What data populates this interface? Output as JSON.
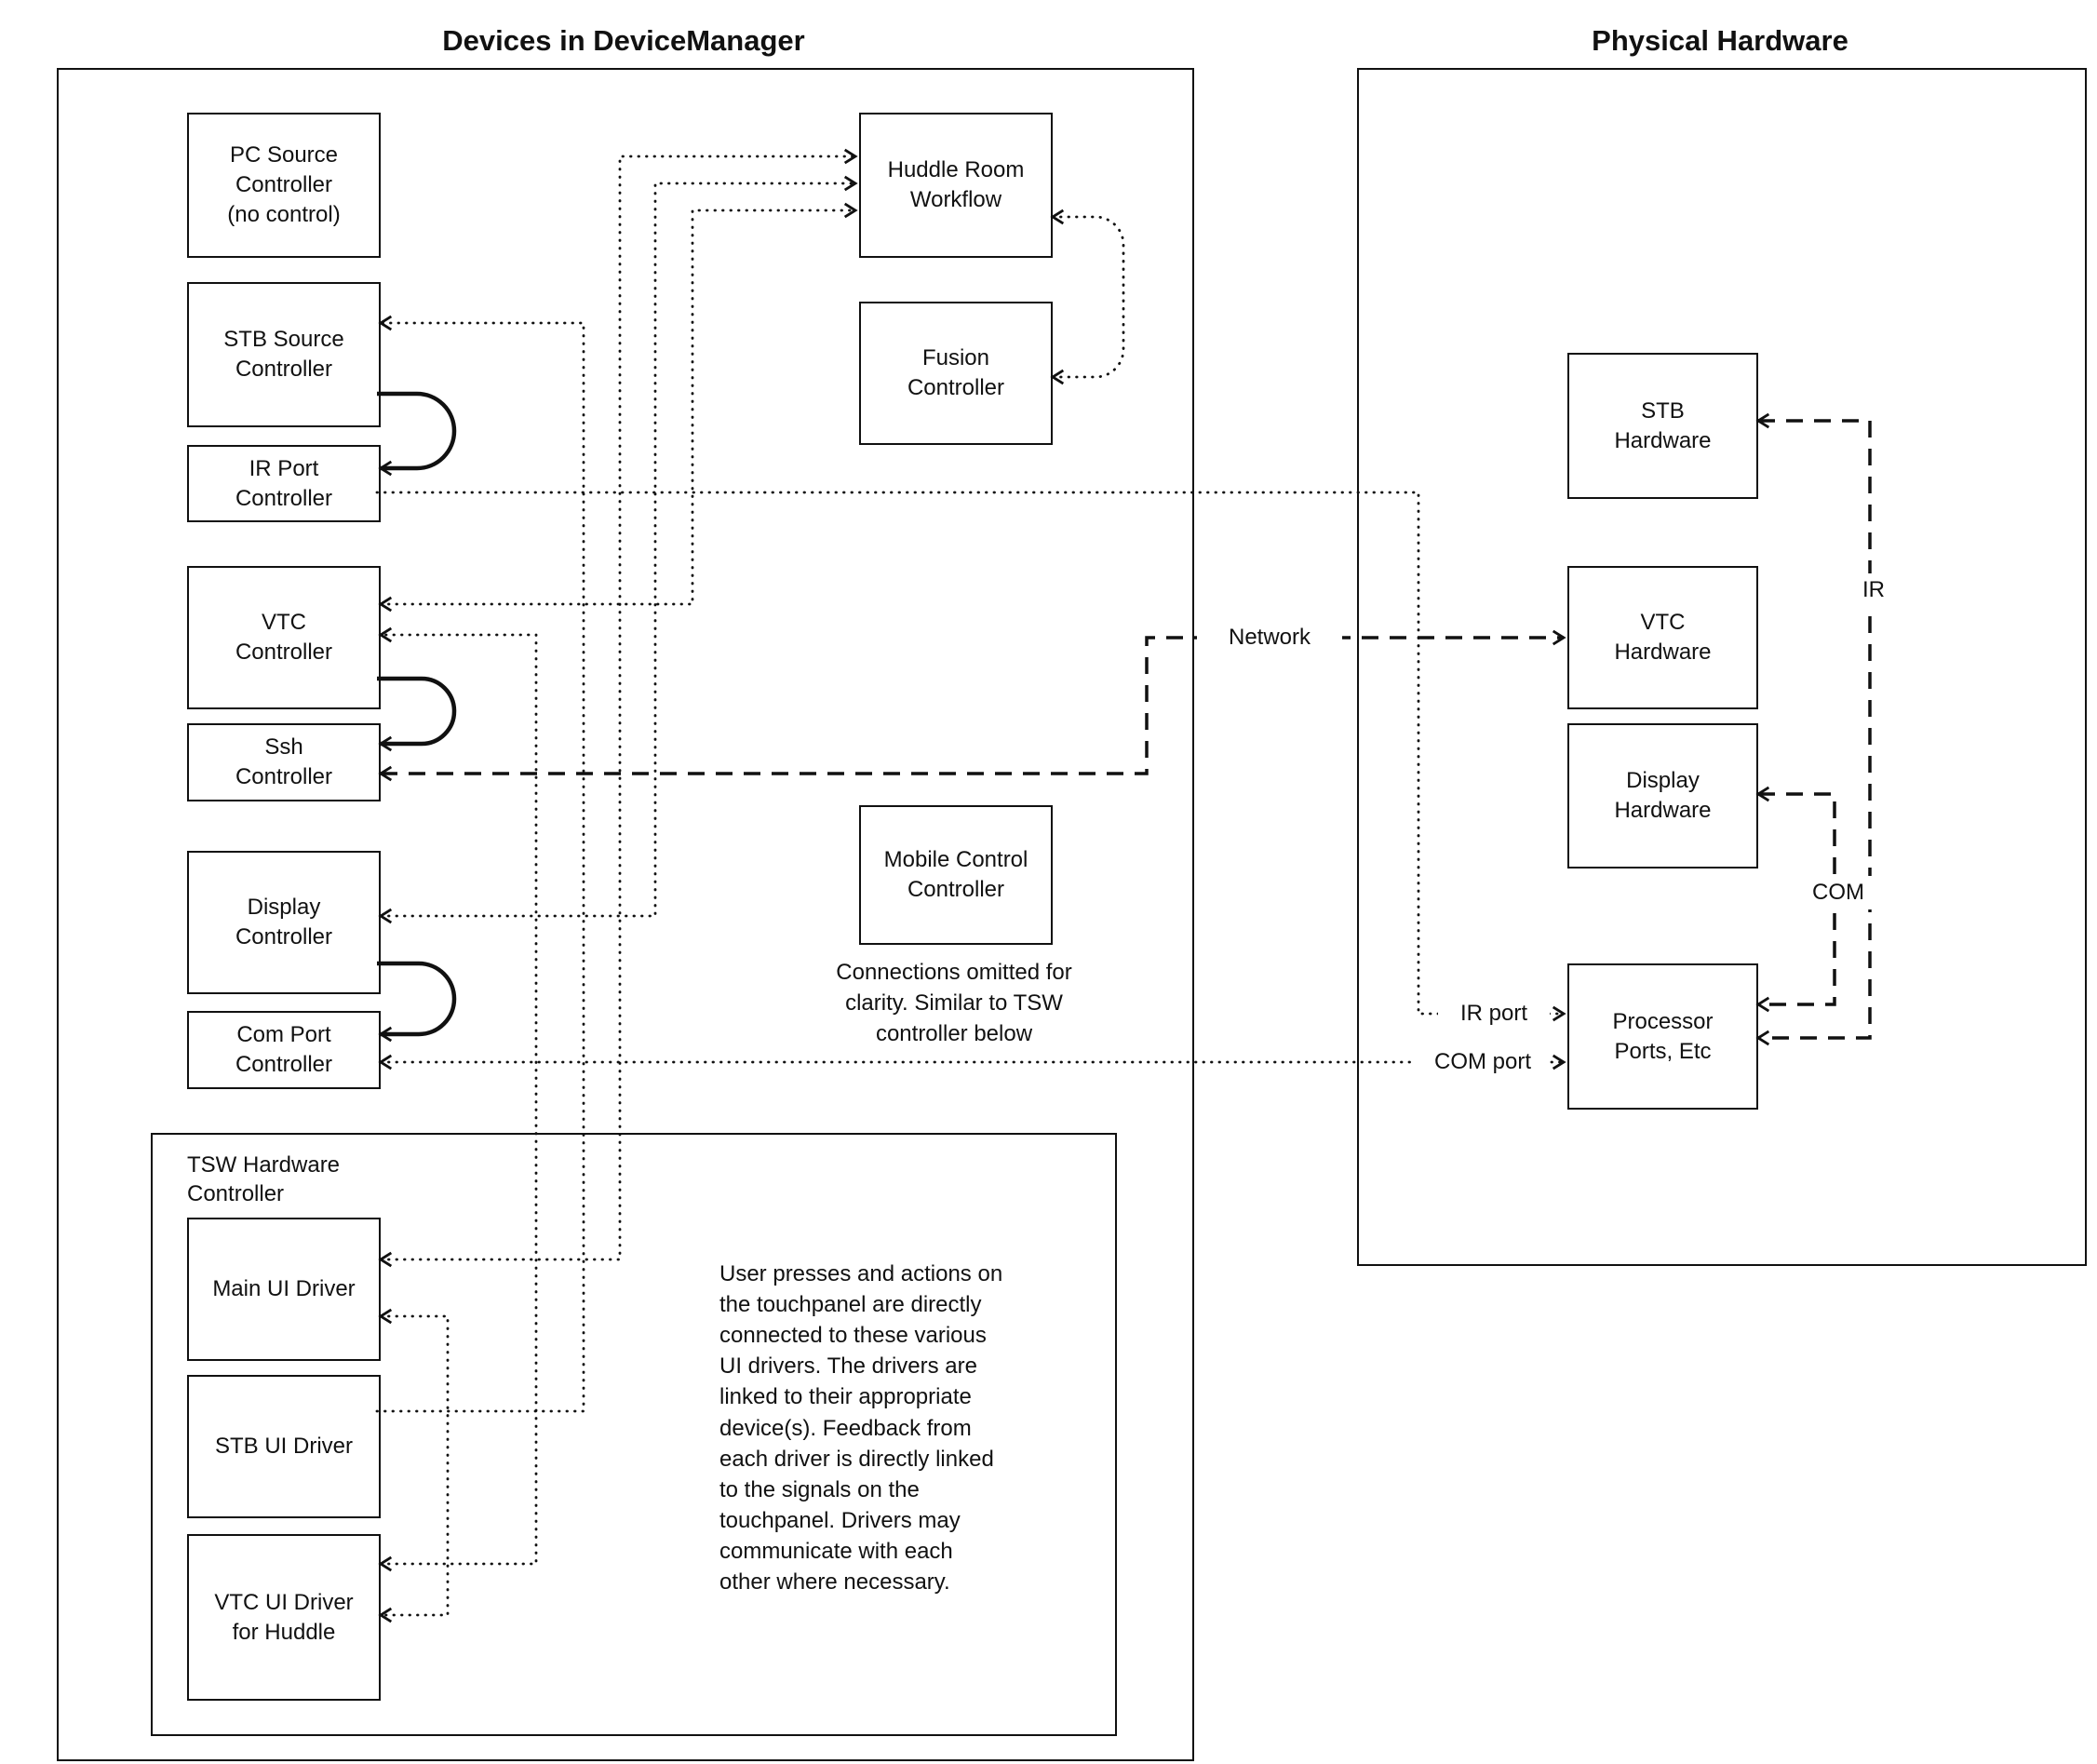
{
  "titles": {
    "device_manager": "Devices in DeviceManager",
    "physical_hardware": "Physical Hardware"
  },
  "nodes": {
    "pc_source": "PC Source\nController\n(no control)",
    "stb_source": "STB Source\nController",
    "ir_port": "IR Port\nController",
    "vtc": "VTC\nController",
    "ssh": "Ssh\nController",
    "display": "Display\nController",
    "com_port": "Com Port\nController",
    "huddle": "Huddle Room\nWorkflow",
    "fusion": "Fusion\nController",
    "mobile": "Mobile Control\nController",
    "tsw_container": "TSW Hardware\nController",
    "main_ui": "Main UI Driver",
    "stb_ui": "STB UI Driver",
    "vtc_ui": "VTC UI Driver\nfor Huddle",
    "stb_hw": "STB\nHardware",
    "vtc_hw": "VTC\nHardware",
    "display_hw": "Display\nHardware",
    "processor": "Processor\nPorts, Etc"
  },
  "edge_labels": {
    "network": "Network",
    "ir": "IR",
    "com": "COM",
    "ir_port": "IR port",
    "com_port": "COM port"
  },
  "notes": {
    "omitted": "Connections omitted for\nclarity. Similar to TSW\ncontroller below",
    "tsw": "User presses and actions on\nthe touchpanel are directly\nconnected to these various\nUI drivers.  The drivers are\nlinked to their appropriate\ndevice(s). Feedback from\neach driver is directly linked\nto the signals on the\ntouchpanel. Drivers may\ncommunicate with each\nother where necessary."
  },
  "colors": {
    "line": "#111111",
    "background": "#ffffff"
  }
}
